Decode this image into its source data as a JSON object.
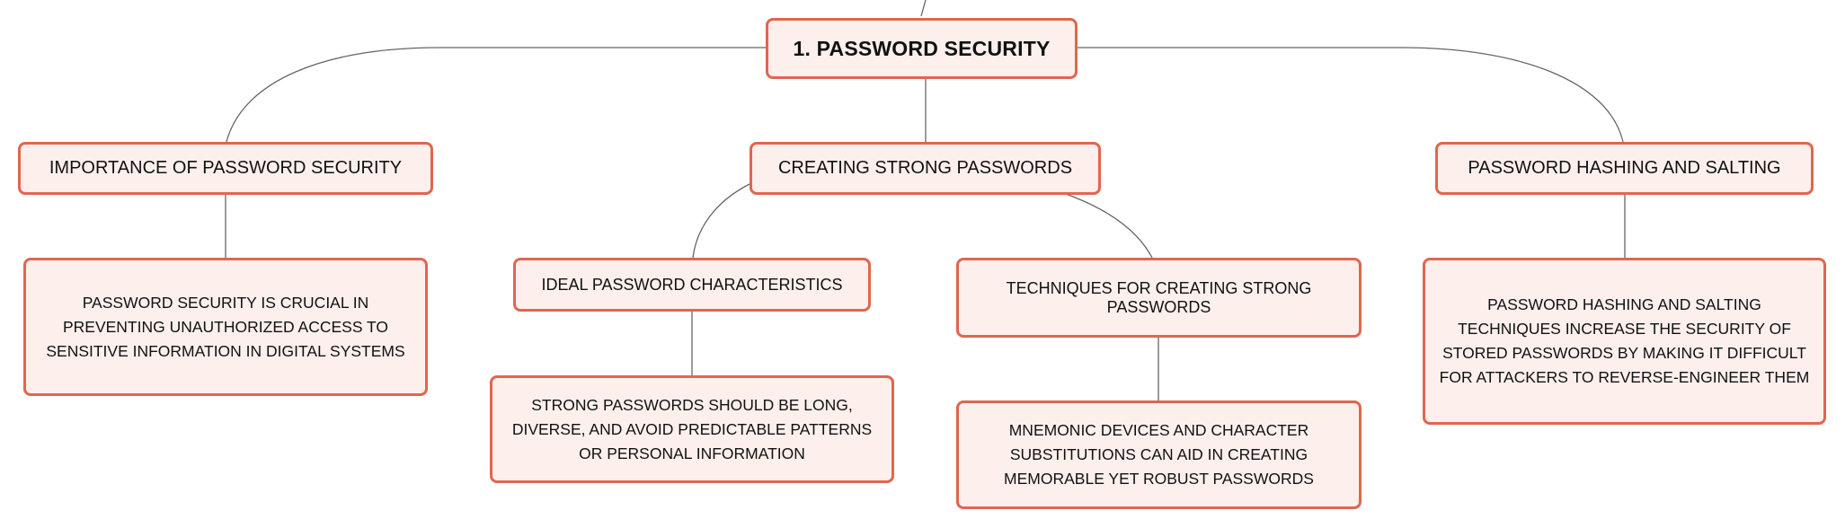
{
  "colors": {
    "node_fill": "#fdf0ec",
    "node_border": "#e06650",
    "connector": "#666666",
    "text": "#111111"
  },
  "root": {
    "title": "1. PASSWORD SECURITY"
  },
  "branches": [
    {
      "title": "IMPORTANCE OF PASSWORD SECURITY",
      "detail": "PASSWORD SECURITY IS CRUCIAL IN PREVENTING UNAUTHORIZED ACCESS TO SENSITIVE INFORMATION IN DIGITAL SYSTEMS"
    },
    {
      "title": "CREATING STRONG PASSWORDS",
      "children": [
        {
          "title": "IDEAL PASSWORD CHARACTERISTICS",
          "detail": "STRONG PASSWORDS SHOULD BE LONG, DIVERSE, AND AVOID PREDICTABLE PATTERNS OR PERSONAL INFORMATION"
        },
        {
          "title": "TECHNIQUES FOR CREATING STRONG PASSWORDS",
          "detail": "MNEMONIC DEVICES AND CHARACTER SUBSTITUTIONS CAN AID IN CREATING MEMORABLE YET ROBUST PASSWORDS"
        }
      ]
    },
    {
      "title": "PASSWORD HASHING AND SALTING",
      "detail": "PASSWORD HASHING AND SALTING TECHNIQUES INCREASE THE SECURITY OF STORED PASSWORDS BY MAKING IT DIFFICULT FOR ATTACKERS TO REVERSE-ENGINEER THEM"
    }
  ]
}
